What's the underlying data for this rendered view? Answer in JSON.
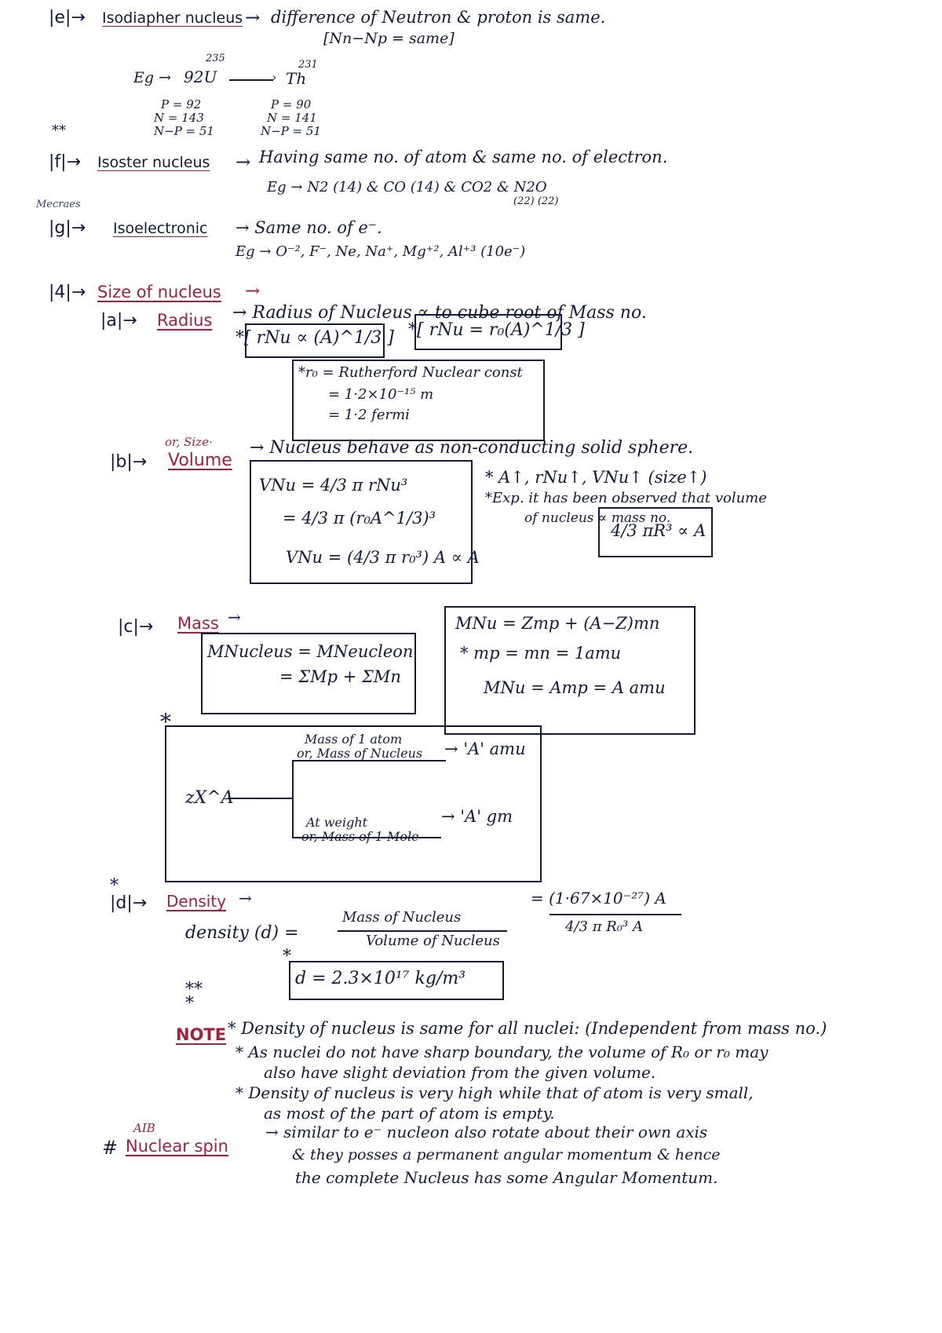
{
  "isodiaphers": {
    "label": "|e|→",
    "title": "Isodiapher nucleus",
    "arrow": "→",
    "desc": "difference of Neutron & proton is same.",
    "formula": "[Nn−Np = same]",
    "eg": "Eg →",
    "u_mass": "235",
    "u_symbol": "92U",
    "th_mass": "231",
    "th_symbol": "Th",
    "u_stats": [
      "P = 92",
      "N = 143",
      "N−P = 51"
    ],
    "th_stats": [
      "P = 90",
      "N = 141",
      "N−P = 51"
    ]
  },
  "isosters": {
    "stars": "**",
    "label": "|f|→",
    "title": "Isoster nucleus",
    "arrow": "→",
    "desc": "Having same no. of atom & same no. of electron.",
    "eg": "Eg → N2 (14) & CO (14) & CO2 & N2O",
    "eg_nums": "(22)  (22)"
  },
  "isoelectronic": {
    "margin_note": "Mecraes",
    "label": "|g|→",
    "title": "Isoelectronic",
    "desc": "→ Same no. of e⁻.",
    "eg": "Eg → O⁻², F⁻, Ne, Na⁺, Mg⁺², Al⁺³ (10e⁻)"
  },
  "size": {
    "label": "|4|→",
    "title": "Size of nucleus",
    "arrow": "→",
    "radius": {
      "label": "|a|→",
      "title": "Radius",
      "desc": "→ Radius of Nucleus ∝ to cube root of Mass no.",
      "formula1": "*[ rNu ∝ (A)^1/3 ]",
      "formula2": "*[ rNu = r₀(A)^1/3 ]",
      "const_lines": [
        "*r₀ = Rutherford Nuclear const",
        "= 1·2×10⁻¹⁵ m",
        "= 1·2 fermi"
      ]
    },
    "volume": {
      "label": "|b|→",
      "or_size": "or, Size·",
      "title": "Volume",
      "desc": "→ Nucleus behave as non-conducting solid sphere.",
      "box_lines": [
        "VNu = 4/3 π rNu³",
        "= 4/3 π (r₀A^1/3)³",
        "VNu = (4/3 π r₀³) A ∝ A"
      ],
      "side_lines": [
        "* A↑, rNu↑, VNu↑ (size↑)",
        "*Exp. it has been observed that volume",
        "of nucleus ∝ mass no."
      ],
      "side_formula": "4/3 πR³ ∝ A"
    },
    "mass": {
      "label": "|c|→",
      "title": "Mass",
      "arrow": "→",
      "box1": [
        "MNucleus = MNeucleon",
        "= ΣMp + ΣMn"
      ],
      "box2": [
        "MNu = Zmp + (A−Z)mn",
        "* mp = mn = 1amu",
        "MNu = Amp = A amu"
      ],
      "star": "*",
      "symbol": "zX^A",
      "branch1_label": [
        "Mass of 1 atom",
        "or, Mass of Nucleus"
      ],
      "branch1_value": "→ 'A' amu",
      "branch2_label": [
        "At weight",
        "or, Mass of 1 Mole"
      ],
      "branch2_value": "→ 'A' gm"
    },
    "density": {
      "star": "*",
      "label": "|d|→",
      "title": "Density",
      "arrow": "→",
      "lhs": "density (d) =",
      "num": "Mass of Nucleus",
      "den": "Volume of Nucleus",
      "rhs_num": "= (1·67×10⁻²⁷) A",
      "rhs_den": "4/3 π R₀³ A",
      "result_star": "*",
      "result": "d = 2.3×10¹⁷ kg/m³"
    }
  },
  "notes": {
    "stars": "**\n*",
    "label": "NOTE",
    "line1": "* Density of nucleus is same for all nuclei: (Independent from mass no.)",
    "line2": "* As nuclei do not have sharp boundary, the volume of R₀ or r₀ may",
    "line3": "also have slight deviation from the given volume.",
    "line4": "* Density of nucleus is very high while that of atom is very small,",
    "line5": "as most of the part of atom is empty."
  },
  "spin": {
    "aib": "AIB",
    "hash": "#",
    "title": "Nuclear spin",
    "line1": "→ similar to e⁻ nucleon also rotate about their own axis",
    "line2": "& they posses a permanent angular momentum & hence",
    "line3": "the complete Nucleus has some Angular Momentum."
  }
}
